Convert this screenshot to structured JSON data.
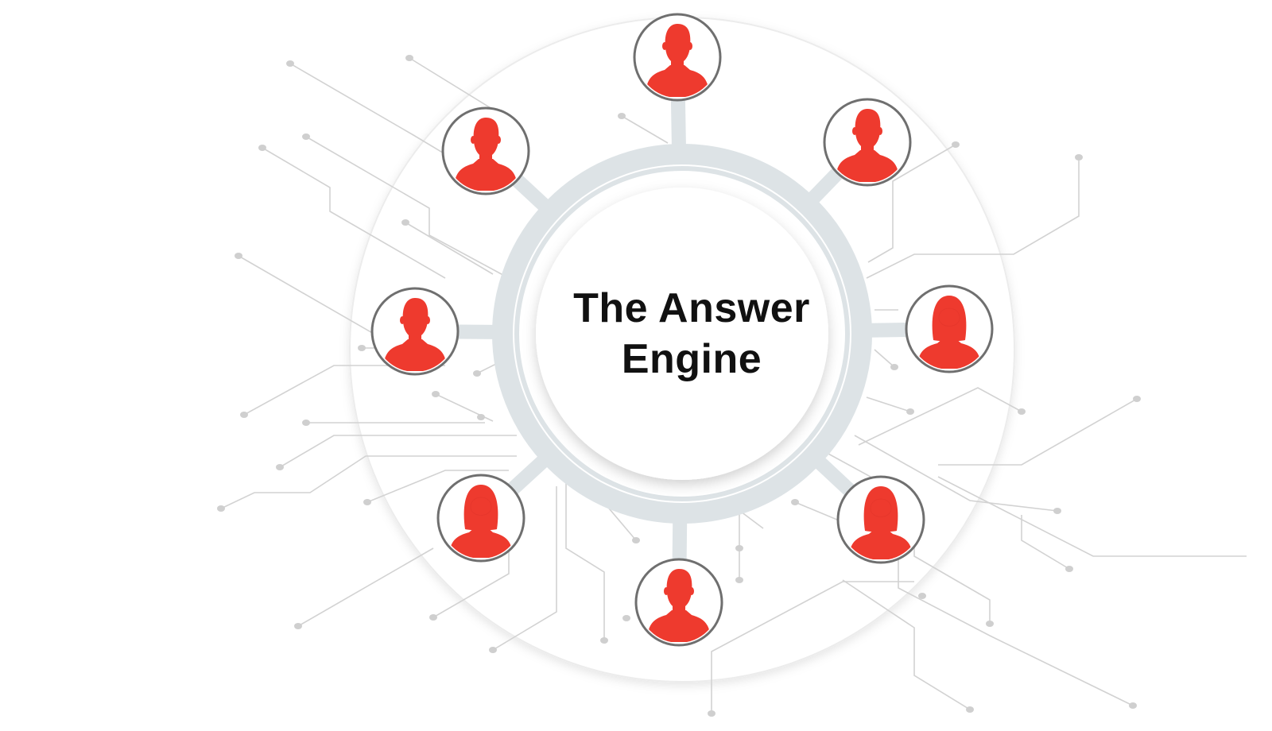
{
  "diagram": {
    "title_lines": [
      "The Answer",
      "Engine"
    ],
    "colors": {
      "accent": "#EE3A2E",
      "avatar_border": "#6F6F6F",
      "ring": "#DDE3E6",
      "circuit": "#D0D0D0",
      "text": "#111111",
      "background": "#FFFFFF"
    },
    "nodes": [
      {
        "name": "avatar-top",
        "figure": "male-icon"
      },
      {
        "name": "avatar-top-right",
        "figure": "male-icon"
      },
      {
        "name": "avatar-right",
        "figure": "female-icon"
      },
      {
        "name": "avatar-bottom-right",
        "figure": "female-icon"
      },
      {
        "name": "avatar-bottom",
        "figure": "male-icon"
      },
      {
        "name": "avatar-bottom-left",
        "figure": "female-icon"
      },
      {
        "name": "avatar-left",
        "figure": "male-icon"
      },
      {
        "name": "avatar-top-left",
        "figure": "male-icon"
      }
    ]
  }
}
